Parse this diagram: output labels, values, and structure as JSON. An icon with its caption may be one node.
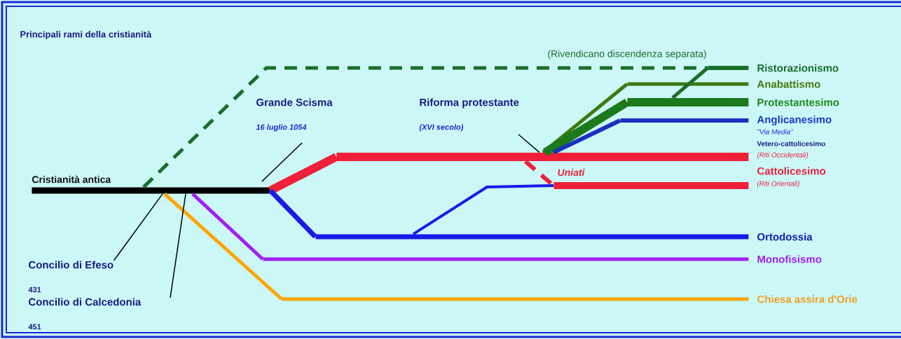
{
  "diagram": {
    "title": "Principali rami della cristianità",
    "nodes": [
      {
        "text": [
          "Cristianità antica"
        ]
      },
      {
        "text": [
          "Grande Scisma",
          "16 luglio 1054"
        ]
      },
      {
        "text": [
          "Riforma protestante",
          "(XVI secolo)"
        ]
      },
      {
        "text": [
          "Concilio di Efeso",
          "431"
        ]
      },
      {
        "text": [
          "Concilio di Calcedonia",
          "451"
        ]
      },
      {
        "text": [
          "Ristorazionismo"
        ]
      },
      {
        "text": [
          "Anabattismo"
        ]
      },
      {
        "text": [
          "Protestantesimo"
        ]
      },
      {
        "text": [
          "Anglicanesimo"
        ],
        "beside": [
          "\"Via Media\""
        ]
      },
      {
        "text": [
          "(Riti Occidentali)"
        ]
      },
      {
        "text": [
          "(Riti Orientali)"
        ]
      },
      {
        "text": [
          "Ortodossia"
        ]
      },
      {
        "text": [
          "Monofisismo"
        ]
      },
      {
        "text": [
          "Chiesa assira d'Orie"
        ]
      }
    ],
    "edges": [
      {
        "from": 0,
        "to": 5,
        "arrow": "none",
        "style": "dashed",
        "color": "#1a6e2a",
        "label": "(Rivendicano discendenza separata)"
      },
      {
        "from": 0,
        "to": 9,
        "arrow": "none",
        "style": "thick",
        "color": "#f0203a"
      },
      {
        "from": 0,
        "to": 11,
        "arrow": "none",
        "color": "#1a1ae6"
      },
      {
        "from": 0,
        "to": 12,
        "arrow": "none",
        "color": "#a020f0"
      },
      {
        "from": 0,
        "to": 13,
        "arrow": "none",
        "color": "#ffa500"
      },
      {
        "from": 9,
        "to": 6,
        "arrow": "none",
        "color": "#3d7a10"
      },
      {
        "from": 9,
        "to": 7,
        "arrow": "none",
        "style": "thick",
        "color": "#1c7a1c"
      },
      {
        "from": 9,
        "to": 8,
        "arrow": "none",
        "color": "#1a30c0"
      },
      {
        "from": 7,
        "to": 5,
        "arrow": "none",
        "color": "#1a6e2a"
      },
      {
        "from": 9,
        "to": 10,
        "arrow": "none",
        "style": "dashed",
        "color": "#f0203a",
        "label": "Uniati"
      },
      {
        "from": 11,
        "to": 10,
        "arrow": "none",
        "color": "#1a1ae6"
      },
      {
        "from": 1,
        "to": 0,
        "arrow": "none"
      },
      {
        "from": 2,
        "to": 9,
        "arrow": "none"
      },
      {
        "from": 3,
        "to": 0,
        "arrow": "none"
      },
      {
        "from": 4,
        "to": 0,
        "arrow": "none"
      }
    ],
    "labels": [
      "Vetero-cattolicesimo",
      "Cattolicesimo"
    ]
  }
}
